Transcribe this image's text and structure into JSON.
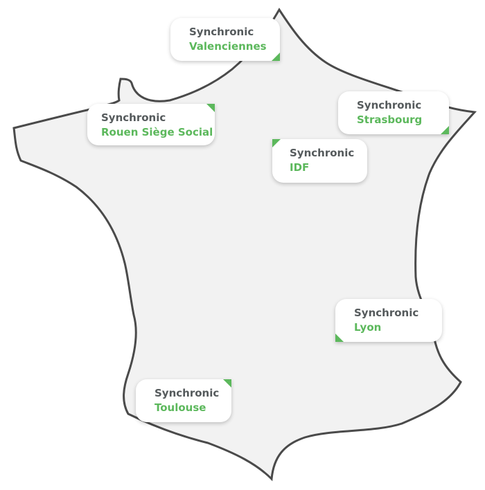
{
  "colors": {
    "accent": "#5cb85c",
    "map_fill": "#f2f2f2",
    "outline": "#4a4a4a"
  },
  "offices": [
    {
      "company": "Synchronic",
      "city": "Valenciennes"
    },
    {
      "company": "Synchronic",
      "city": "Rouen Siège Social"
    },
    {
      "company": "Synchronic",
      "city": "Strasbourg"
    },
    {
      "company": "Synchronic",
      "city": "IDF"
    },
    {
      "company": "Synchronic",
      "city": "Lyon"
    },
    {
      "company": "Synchronic",
      "city": "Toulouse"
    }
  ]
}
